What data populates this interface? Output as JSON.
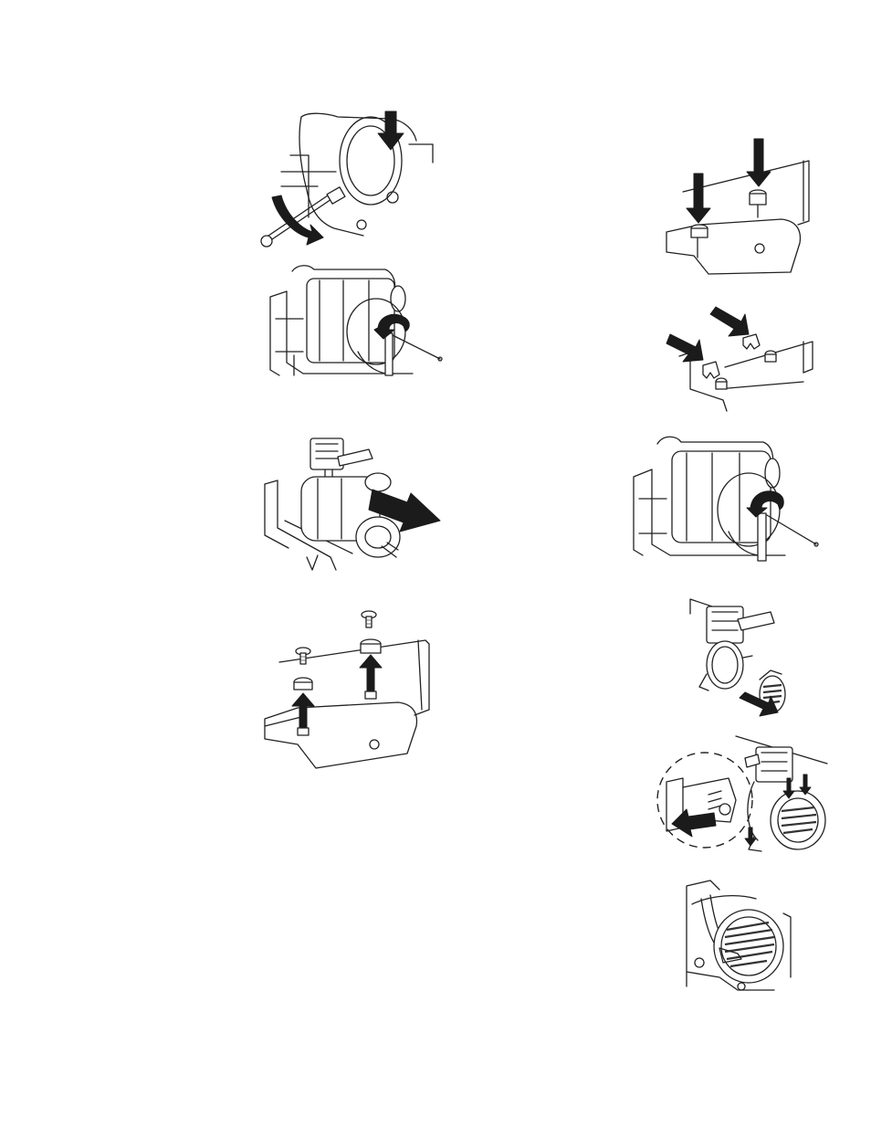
{
  "page": {
    "left_column": {
      "figures": [
        {
          "id": "fig-l1",
          "icon": "pump-housing-removal-diagram"
        },
        {
          "id": "fig-l2",
          "icon": "motor-bolt-turning-diagram"
        },
        {
          "id": "fig-l3",
          "icon": "motor-assembly-slide-out-diagram"
        },
        {
          "id": "fig-l4",
          "icon": "mount-screw-removal-diagram"
        }
      ]
    },
    "right_column": {
      "figures": [
        {
          "id": "fig-r1",
          "icon": "mount-screw-install-diagram"
        },
        {
          "id": "fig-r2",
          "icon": "bracket-slide-on-diagram"
        },
        {
          "id": "fig-r3",
          "icon": "motor-bolt-tightening-diagram"
        },
        {
          "id": "fig-r4",
          "icon": "fan-cover-attach-diagram"
        },
        {
          "id": "fig-r5",
          "icon": "pin-insertion-detail-diagram"
        },
        {
          "id": "fig-r6",
          "icon": "fan-cover-closeup-diagram"
        }
      ]
    },
    "colors": {
      "line": "#222222",
      "arrow": "#1b1b1b",
      "background": "#ffffff"
    }
  }
}
